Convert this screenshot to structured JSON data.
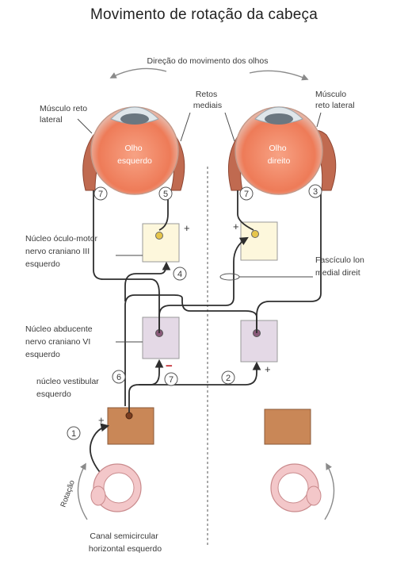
{
  "title": "Movimento de rotação da cabeça",
  "eye_movement_label": "Direção do movimento dos olhos",
  "labels": {
    "lateral_rectus_left": [
      "Músculo reto",
      "lateral"
    ],
    "lateral_rectus_right": [
      "Músculo",
      "reto lateral"
    ],
    "medial_recti": [
      "Retos",
      "mediais"
    ],
    "left_eye": [
      "Olho",
      "esquerdo"
    ],
    "right_eye": [
      "Olho",
      "direito"
    ],
    "oculomotor_nucleus": [
      "Núcleo óculo-motor",
      "nervo craniano III",
      "esquerdo"
    ],
    "mlf": [
      "Fascículo lon",
      "medial direit"
    ],
    "abducens_nucleus": [
      "Núcleo abducente",
      "nervo craniano VI",
      "esquerdo"
    ],
    "vestibular_nucleus": [
      "núcleo vestibular",
      "esquerdo"
    ],
    "semicircular_canal": [
      "Canal semicircular",
      "horizontal esquerdo"
    ],
    "rotation": "Rotação"
  },
  "step_numbers": {
    "left_lateral": "7",
    "left_medial": "5",
    "right_medial": "7",
    "right_lateral": "3",
    "oculomotor_input": "4",
    "vestibular_up": "6",
    "abducens_inhibit": "7",
    "right_abducens": "2",
    "canal_signal": "1"
  },
  "signs": {
    "oculomotor_left_top": "+",
    "oculomotor_left_bottom": "+",
    "oculomotor_right": "+",
    "abducens_left": "−",
    "abducens_right": "+",
    "vestibular": "+"
  },
  "colors": {
    "muscle": "#c06a50",
    "eye_iris": "#f28a66",
    "oculomotor_box": "#fdf7dc",
    "abducens_box": "#e4d9e6",
    "vestibular_box": "#c98757",
    "canal": "#f3c7c9",
    "inhibit": "#c2262e"
  }
}
